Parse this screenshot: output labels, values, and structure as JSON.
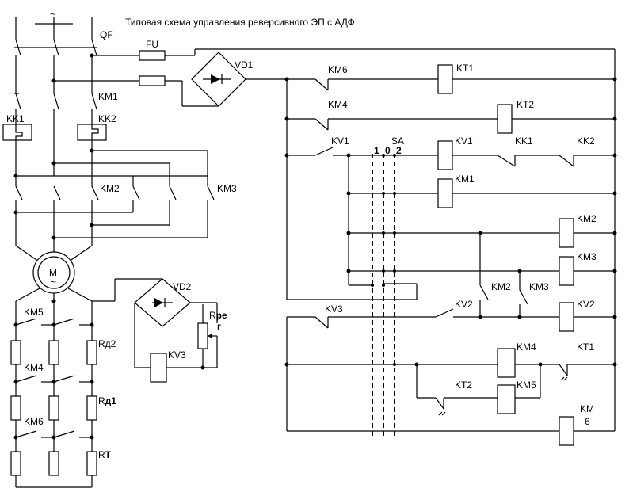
{
  "title": "Типовая схема управления реверсивного ЭП с АДФ",
  "labels": {
    "tilde": "~",
    "qf": "QF",
    "fu": "FU",
    "vd1": "VD1",
    "vd2": "VD2",
    "km1": "KM1",
    "km2": "KM2",
    "km3": "KM3",
    "km4": "KM4",
    "km5": "KM5",
    "km6": "KM6",
    "kk1": "KK1",
    "kk2": "KK2",
    "kt1": "KT1",
    "kt2": "KT2",
    "kv1": "KV1",
    "kv2": "KV2",
    "kv3": "KV3",
    "sa": "SA",
    "sa_pos": [
      "1",
      "0",
      "2"
    ],
    "motor": "M",
    "motor_tilde": "~",
    "rd2": "Rд2",
    "rd1_r": "R",
    "rd1_d": "д1",
    "rt_r": "R",
    "rt_t": "T",
    "rreg_r": "R",
    "rreg_pe": "ре",
    "rreg_g": "г",
    "km_coil_top": "KM",
    "km_coil_bottom": "6"
  }
}
